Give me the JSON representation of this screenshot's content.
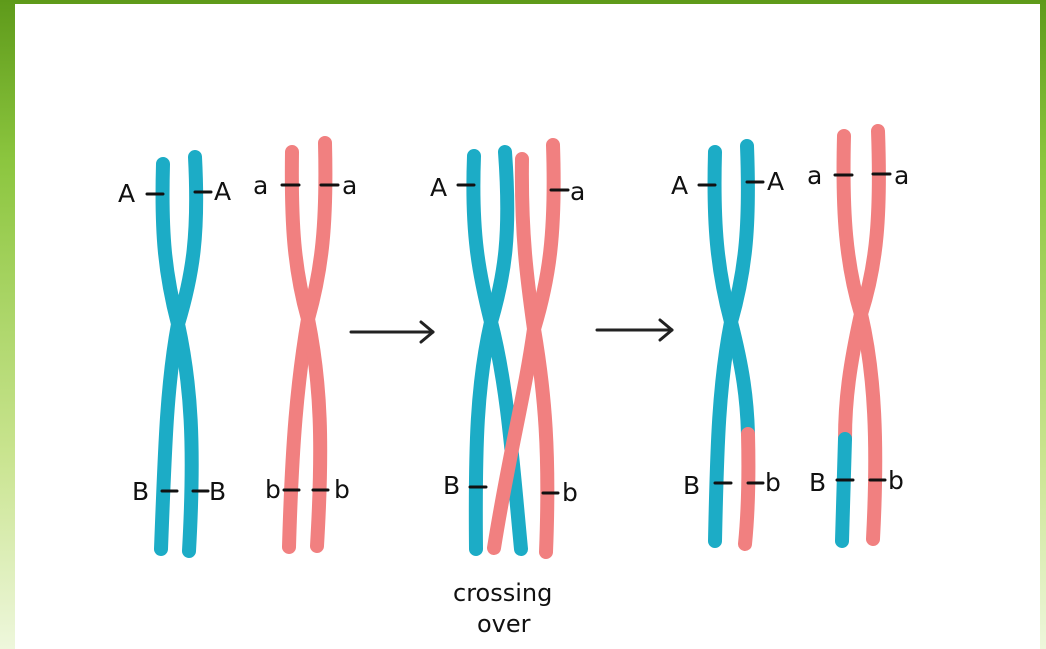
{
  "colors": {
    "background_gradient_top": "#5e9a1a",
    "background_gradient_bottom": "#eef7dc",
    "panel": "#ffffff",
    "chromosome_blue": "#1cacc6",
    "chromosome_pink": "#f18080",
    "ink": "#111111"
  },
  "labels": {
    "allele_A": "A",
    "allele_a": "a",
    "allele_B": "B",
    "allele_b": "b"
  },
  "caption": {
    "line1": "crossing",
    "line2": "over"
  }
}
